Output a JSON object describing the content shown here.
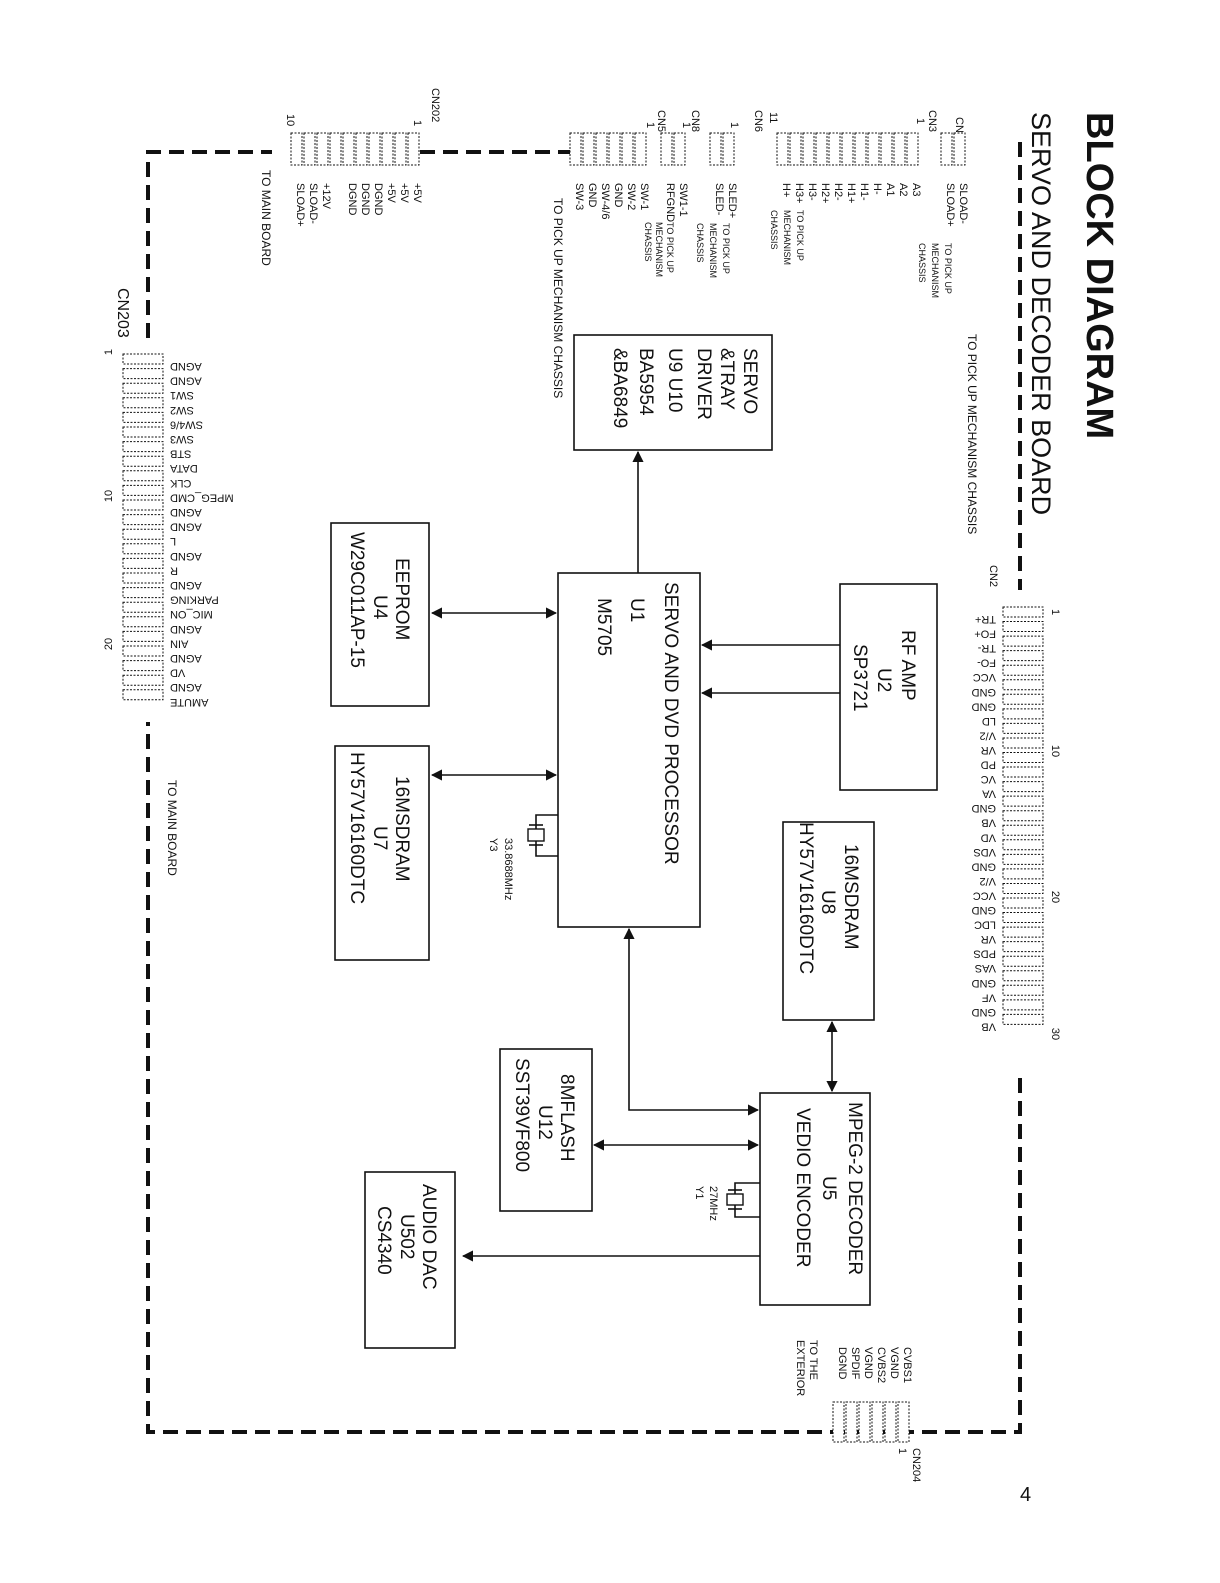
{
  "title": "BLOCK DIAGRAM",
  "subtitle": "SERVO AND DECODER BOARD",
  "page_number": "4",
  "connectors": {
    "cn7": {
      "name": "CN7",
      "first_pin": "1",
      "pins": [
        "SLOAD-",
        "SLOAD+"
      ],
      "note": [
        "TO PICK UP",
        "MECHANISM",
        "CHASSIS"
      ]
    },
    "cn3": {
      "name": "CN3",
      "first_pin": "1",
      "pins": [
        "A3",
        "A2",
        "A1",
        "H-",
        "H1-",
        "H1+",
        "H2-",
        "H2+",
        "H3-",
        "H3+",
        "H+"
      ],
      "last_pin": "11"
    },
    "cn6": {
      "name": "CN6",
      "first_pin": "1",
      "pins": [
        "SLED+",
        "SLED-"
      ],
      "note": [
        "TO PICK UP",
        "MECHANISM",
        "CHASSIS"
      ],
      "cn3_note": [
        "TO PICK UP",
        "MECHANISM",
        "CHASSIS"
      ]
    },
    "cn8": {
      "name": "CN8",
      "first_pin": "1",
      "pins": [
        "SW1-1",
        "RFGND"
      ],
      "note": [
        "TO PICK UP",
        "MECHANISM",
        "CHASSIS"
      ]
    },
    "cn5": {
      "name": "CN5",
      "first_pin": "1",
      "pins": [
        "SW-1",
        "SW-2",
        "GND",
        "SW-4/6",
        "GND",
        "SW-3"
      ]
    },
    "pickup_note": "TO PICK UP MECHANISM CHASSIS",
    "cn202": {
      "name": "CN202",
      "first_pin": "1",
      "last_pin": "10",
      "pins": [
        "+5V",
        "+5V",
        "+5V",
        "DGND",
        "DGND",
        "DGND",
        "+12V",
        "SLOAD-",
        "SLOAD+"
      ],
      "note": "TO MAIN BOARD"
    },
    "cn203": {
      "name": "CN203",
      "first_pin": "1",
      "mid_pin": "10",
      "last_pin": "20",
      "pins": [
        "AGND",
        "AGND",
        "SW1",
        "SW2",
        "SW4/6",
        "SW3",
        "STB",
        "DATA",
        "CLK",
        "MPEG_CMD",
        "AGND",
        "AGND",
        "L",
        "AGND",
        "R",
        "AGND",
        "PARKING",
        "MIC_ON",
        "AGND",
        "AIN",
        "AGND",
        "VD",
        "AGND",
        "AMUTE"
      ],
      "note": "TO MAIN BOARD"
    },
    "cn2": {
      "name": "CN2",
      "note": "TO PICK UP MECHANISM CHASSIS",
      "first_pin": "1",
      "mid_pin": "10",
      "pin20": "20",
      "pin30": "30",
      "pins": [
        "TR+",
        "FO+",
        "TR-",
        "FO-",
        "VCC",
        "GND",
        "GND",
        "LD",
        "V/2",
        "VR",
        "PD",
        "VC",
        "VA",
        "GND",
        "VB",
        "VD",
        "VDS",
        "GND",
        "V/2",
        "VCC",
        "GND",
        "LDC",
        "VR",
        "PDS",
        "VAS",
        "GND",
        "VF",
        "GND",
        "VB"
      ]
    },
    "cn204": {
      "name": "CN204",
      "first_pin": "1",
      "pins": [
        "CVBS1",
        "VGND",
        "CVBS2",
        "VGND",
        "SPDIF",
        "DGND"
      ],
      "note": [
        "TO THE",
        "EXTERIOR"
      ]
    }
  },
  "chips": {
    "servo_driver": [
      "SERVO",
      "&TRAY",
      "DRIVER",
      "U9 U10",
      "BA5954",
      "&BA6849"
    ],
    "rf_amp": [
      "RF  AMP",
      "U2",
      "SP3721"
    ],
    "processor": [
      "SERVO AND DVD PROCESSOR",
      "U1",
      "M5705"
    ],
    "eeprom": [
      "EEPROM",
      "U4",
      "W29C011AP-15"
    ],
    "sdram_u7": [
      "16MSDRAM",
      "U7",
      "HY57V16160DTC"
    ],
    "sdram_u8": [
      "16MSDRAM",
      "U8",
      "HY57V16160DTC"
    ],
    "mpeg": [
      "MPEG-2 DECODER",
      "U5",
      "VEDIO ENCODER"
    ],
    "flash": [
      "8MFLASH",
      "U12",
      "SST39VF800"
    ],
    "audio_dac": [
      "AUDIO DAC",
      "U502",
      "CS4340"
    ]
  },
  "crystals": {
    "y3": {
      "freq": "33.8688MHz",
      "ref": "Y3"
    },
    "y1": {
      "freq": "27MHz",
      "ref": "Y1"
    }
  }
}
